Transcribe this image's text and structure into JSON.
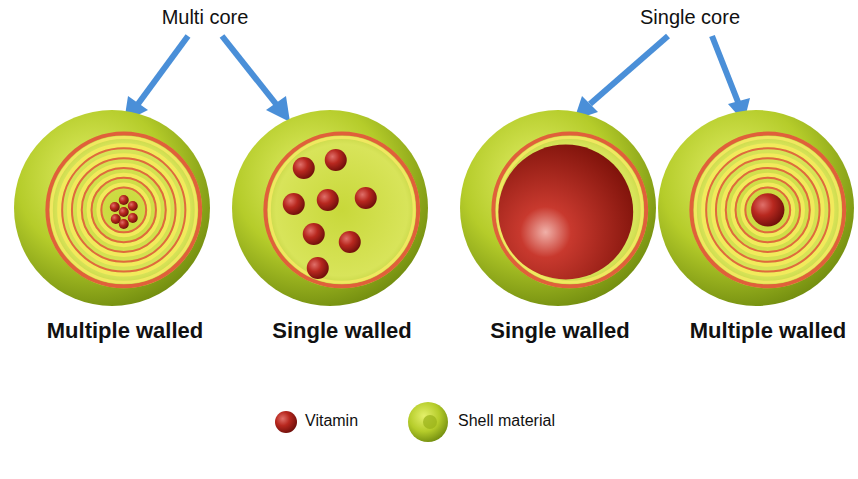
{
  "diagram": {
    "labels": [
      "Multi core",
      "Single core",
      "Multiple walled",
      "Single walled",
      "Single walled",
      "Multiple walled"
    ],
    "legend": [
      {
        "text": "Vitamin"
      },
      {
        "text": "Shell material"
      }
    ]
  }
}
